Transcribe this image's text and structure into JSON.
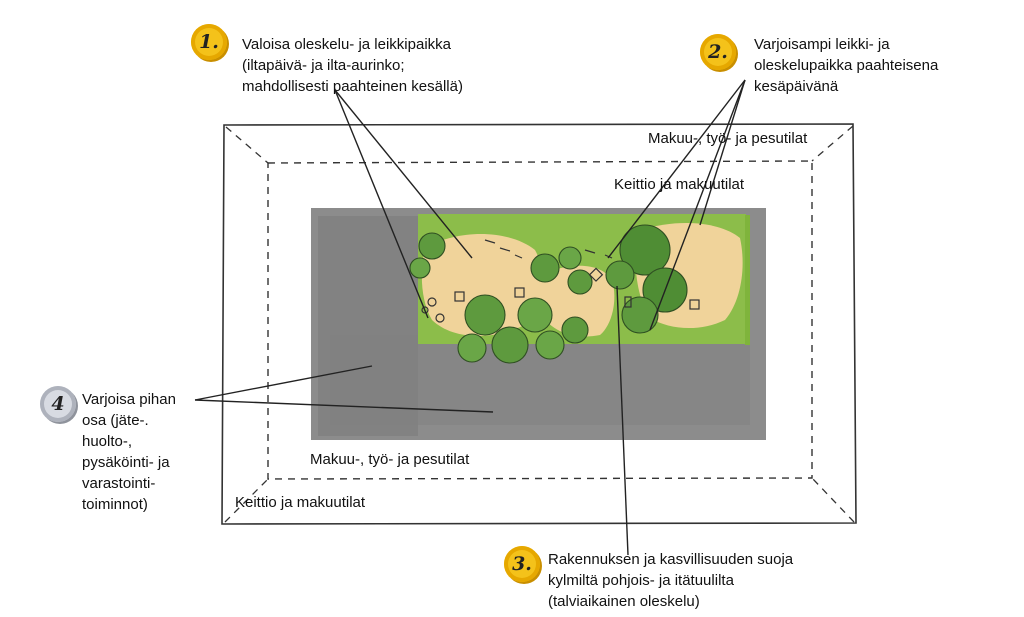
{
  "colors": {
    "paving": "#8c8c8c",
    "sand": "#f0d39a",
    "lawn": "#7fb43c",
    "tree": "#5e9a3e",
    "badge_yellow": "#f4c21a",
    "badge_grey": "#d8dbe2"
  },
  "annotations": [
    {
      "number": "1.",
      "text": "Valoisa oleskelu- ja leikkipaikka\n(iltapäivä- ja ilta-aurinko;\nmahdollisesti paahteinen kesällä)"
    },
    {
      "number": "2.",
      "text": "Varjoisampi leikki- ja\noleskelupaikka paahteisena\nkesäpäivänä"
    },
    {
      "number": "3.",
      "text": "Rakennuksen ja kasvillisuuden suoja\nkylmiltä pohjois- ja itätuulilta\n(talviaikainen oleskelu)"
    },
    {
      "number": "4",
      "text": "Varjoisa pihan\nosa (jäte-.\nhuolto-,\npysäköinti- ja\nvarastointi-\ntoiminnot)"
    }
  ],
  "building_labels": {
    "outer_top": "Makuu-, työ- ja pesutilat",
    "inner_top": "Keittio ja makuutilat",
    "inner_bottom": "Makuu-, työ- ja pesutilat",
    "outer_bottom": "Keittio ja makuutilat"
  }
}
